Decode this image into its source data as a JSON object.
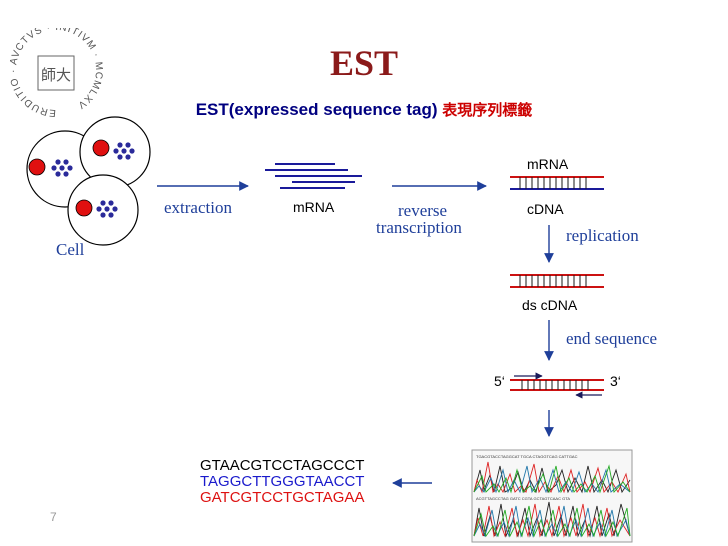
{
  "slide": {
    "title": "EST",
    "subtitle_en": "EST(expressed sequence tag)",
    "subtitle_zh": "表現序列標籤",
    "page_number": "7"
  },
  "logo": {
    "ring_text": "ERUDITIO · AVCTVS · INITIVM · MCMLXV",
    "center_text": "師大"
  },
  "labels": {
    "cell": "Cell",
    "extraction": "extraction",
    "mrna_bundle": "mRNA",
    "reverse": "reverse",
    "transcription": "transcription",
    "mrna_strand": "mRNA",
    "cdna_strand": "cDNA",
    "replication": "replication",
    "ds_cdna": "ds cDNA",
    "end_sequence": "end sequence",
    "five_prime": "5‘",
    "three_prime": "3‘"
  },
  "sequences": [
    {
      "text": "GTAACGTCCTAGCCCT",
      "color": "#000000"
    },
    {
      "text": "TAGGCTTGGGTAACCT",
      "color": "#1a1acc"
    },
    {
      "text": "GATCGTCCTGCTAGAA",
      "color": "#dd1111"
    }
  ],
  "colors": {
    "title": "#8b1a1a",
    "arrow": "#1f3f9a",
    "strand_red": "#cc1111",
    "strand_blue": "#1a1a9a",
    "label_blue": "#1f3f9a"
  }
}
